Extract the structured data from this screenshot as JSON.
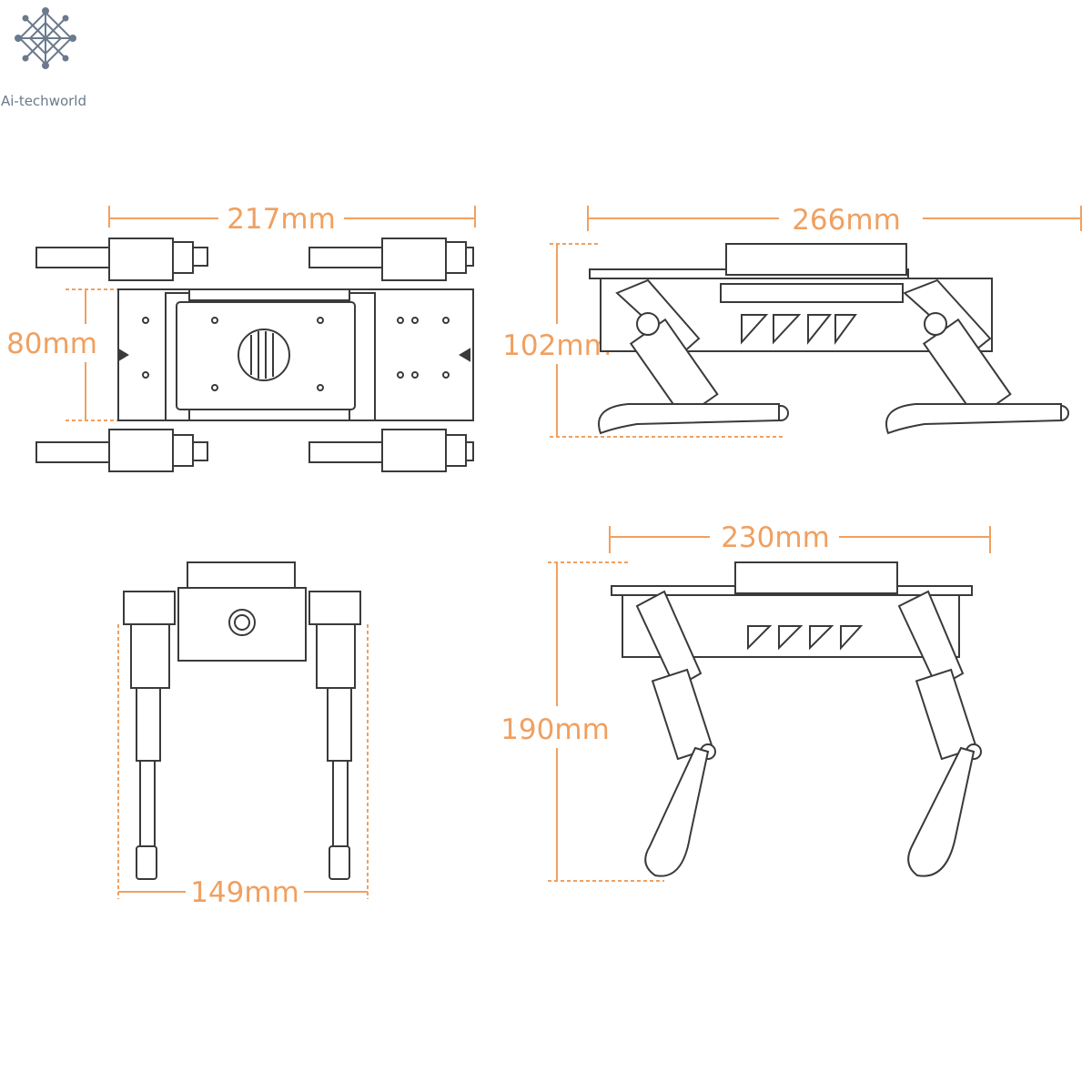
{
  "brand": {
    "name": "Ai-techworld"
  },
  "colors": {
    "dimension": "#f0a060",
    "drawing": "#3a3a3a",
    "background": "#ffffff",
    "logo": "#6b7a8c"
  },
  "views": {
    "top": {
      "length": "217mm",
      "width": "80mm"
    },
    "side": {
      "length": "266mm",
      "height": "102mm"
    },
    "front": {
      "width": "149mm"
    },
    "standing": {
      "length": "230mm",
      "height": "190mm"
    }
  }
}
